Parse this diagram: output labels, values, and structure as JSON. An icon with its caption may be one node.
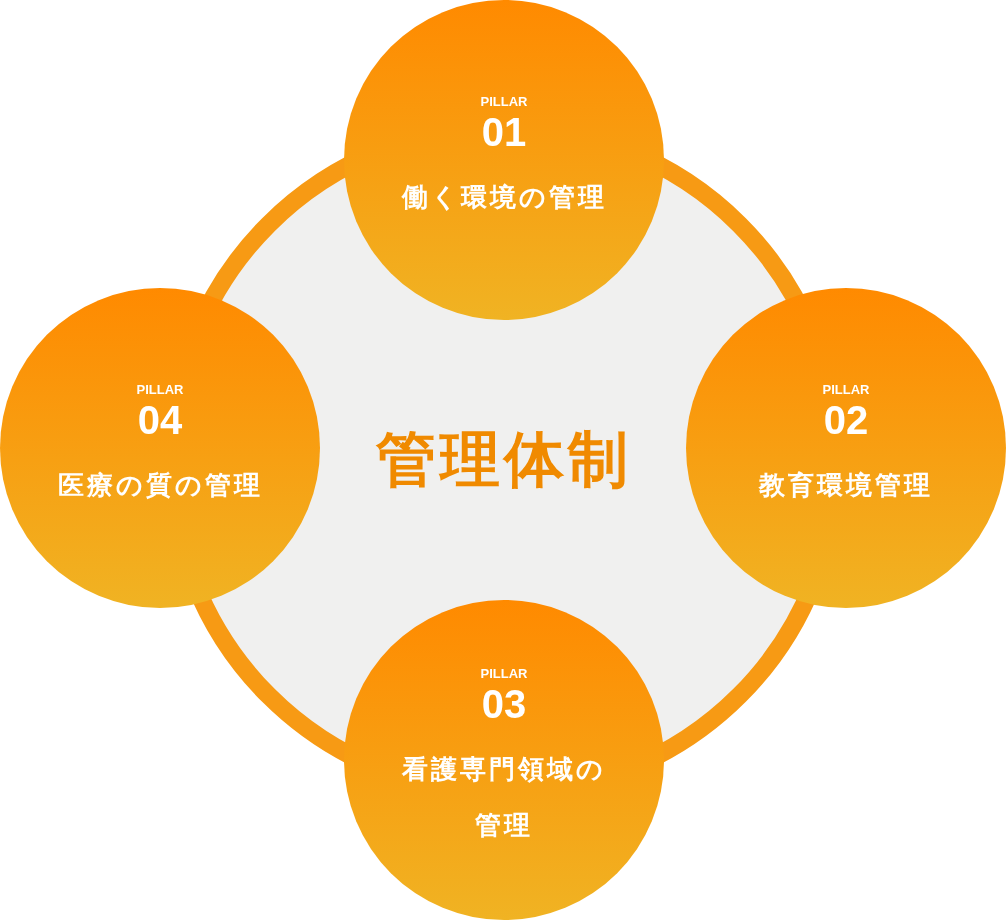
{
  "diagram": {
    "nodes": [
      {
        "text": [
          "管理体制"
        ]
      },
      {
        "text": [
          "PILLAR",
          "01",
          "働く環境の管理"
        ]
      },
      {
        "text": [
          "PILLAR",
          "02",
          "教育環境管理"
        ]
      },
      {
        "text": [
          "PILLAR",
          "03",
          "看護専門領域の管理"
        ]
      },
      {
        "text": [
          "PILLAR",
          "04",
          "医療の質の管理"
        ]
      }
    ],
    "edges": []
  }
}
